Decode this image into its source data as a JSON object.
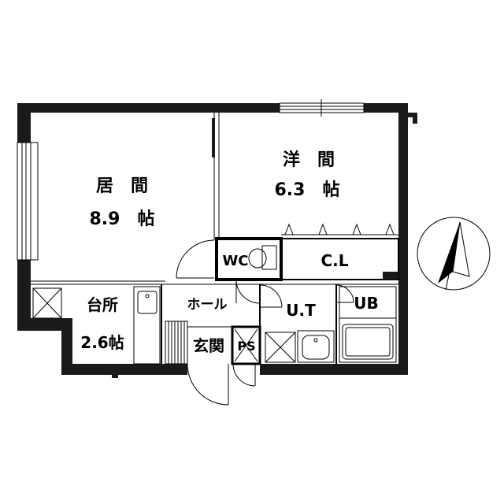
{
  "rooms": {
    "living": {
      "name": "居　間",
      "size": "8.9　帖"
    },
    "western": {
      "name": "洋　間",
      "size": "6.3　帖"
    },
    "kitchen": {
      "name": "台所",
      "size": "2.6帖"
    },
    "wc": "WC",
    "closet": "C.L",
    "hall": "ホール",
    "utility": "U.T",
    "bath": "UB",
    "entrance": "玄関",
    "ps": "PS"
  },
  "compass": {
    "icon": "north-arrow-icon"
  },
  "colors": {
    "wall": "#1a1a1a",
    "line": "#000000",
    "background": "#ffffff"
  }
}
